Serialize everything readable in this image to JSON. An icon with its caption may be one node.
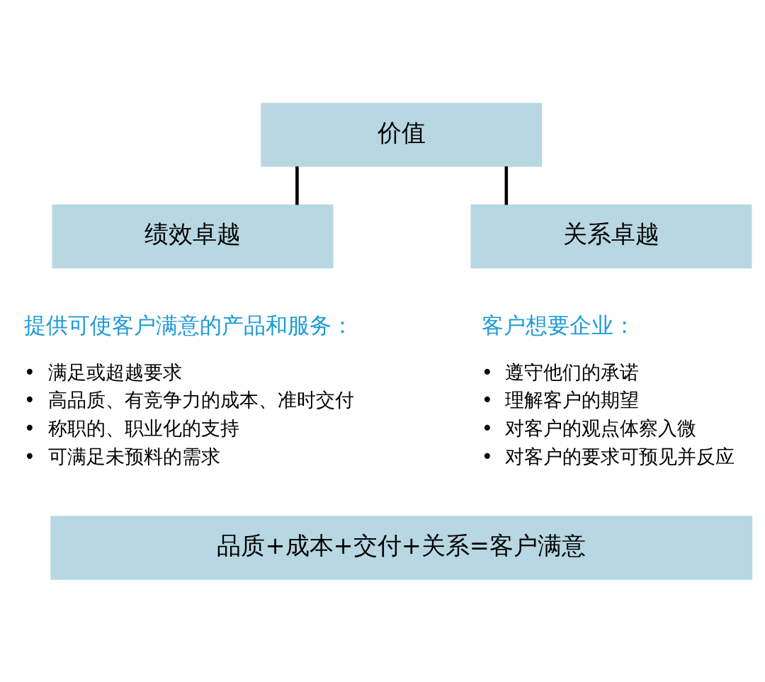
{
  "diagram": {
    "nodes": [
      {
        "text": [
          "价值"
        ]
      },
      {
        "text": [
          "绩效卓越"
        ],
        "beside": [
          "提供可使客户满意的产品和服务：",
          "•  满足或超越要求",
          "•  高品质、有竞争力的成本、准时交付",
          "•  称职的、职业化的支持",
          "•  可满足未预料的需求"
        ]
      },
      {
        "text": [
          "关系卓越"
        ],
        "beside": [
          "客户想要企业：",
          "•  遵守他们的承诺",
          "•  理解客户的期望",
          "•  对客户的观点体察入微",
          "•  对客户的要求可预见并反应"
        ]
      },
      {
        "text": [
          "品质+成本+交付+关系=客户满意"
        ]
      }
    ],
    "edges": [
      {
        "from": 0,
        "to": 1,
        "arrow": "none"
      },
      {
        "from": 0,
        "to": 2,
        "arrow": "none"
      }
    ]
  }
}
